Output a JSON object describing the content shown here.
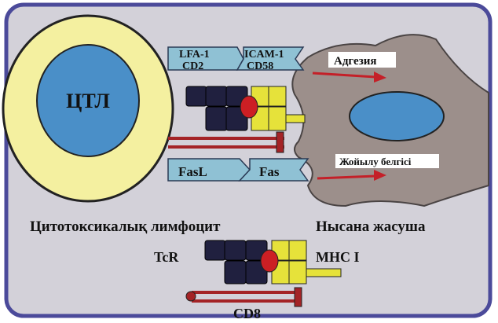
{
  "diagram": {
    "ctl_cell_label": "ЦТЛ",
    "top_receptors": {
      "lfa1": "LFA-1",
      "icam1": "ICAM-1",
      "cd2": "CD2",
      "cd58": "CD58"
    },
    "adhesion_label": "Адгезия",
    "death_signal_label": "Жойылу белгісі",
    "fasl": "FasL",
    "fas": "Fas",
    "ctl_caption": "Цитотоксикалық лимфоцит",
    "target_caption": "Нысана жасуша",
    "legend": {
      "tcr": "TcR",
      "mhc": "MHC I",
      "cd8": "CD8"
    }
  },
  "colors": {
    "background": "#d3d1d9",
    "frame_border": "#4b4a9a",
    "ctl_outer": "#f4f0a0",
    "ctl_nucleus": "#4a8fc8",
    "target_cell": "#9c8f8b",
    "target_nucleus": "#4a8fc8",
    "band": "#8fc1d4",
    "tcr_block": "#20203f",
    "mhc_block": "#e6e23a",
    "peptide": "#cc1f24",
    "cd8_rod": "#a42326",
    "arrow": "#c42028"
  }
}
